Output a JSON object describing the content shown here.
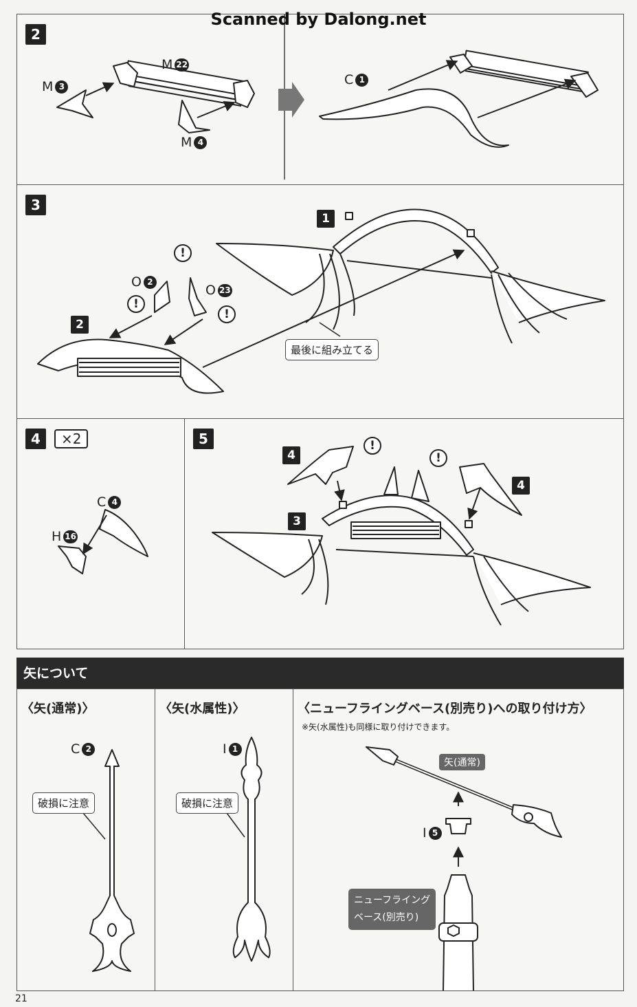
{
  "watermark": "Scanned by Dalong.net",
  "page_number": "21",
  "steps": {
    "s2": {
      "number": "2",
      "labels": {
        "m3": {
          "letter": "M",
          "num": "3"
        },
        "m22": {
          "letter": "M",
          "num": "22"
        },
        "m4": {
          "letter": "M",
          "num": "4"
        },
        "c1": {
          "letter": "C",
          "num": "1"
        }
      }
    },
    "s3": {
      "number": "3",
      "sub1": "1",
      "sub2": "2",
      "labels": {
        "o2": {
          "letter": "O",
          "num": "2"
        },
        "o23": {
          "letter": "O",
          "num": "23"
        }
      },
      "callout": "最後に組み立てる",
      "warning": "!"
    },
    "s4": {
      "number": "4",
      "multiplier": "×2",
      "labels": {
        "c4": {
          "letter": "C",
          "num": "4"
        },
        "h16": {
          "letter": "H",
          "num": "16"
        }
      }
    },
    "s5": {
      "number": "5",
      "sub4": "4",
      "sub3": "3"
    }
  },
  "arrows_section": {
    "title": "矢について",
    "normal": {
      "title": "〈矢(通常)〉",
      "label": {
        "letter": "C",
        "num": "2"
      },
      "callout": "破損に注意"
    },
    "water": {
      "title": "〈矢(水属性)〉",
      "label": {
        "letter": "I",
        "num": "1"
      },
      "callout": "破損に注意"
    },
    "mount": {
      "title": "〈ニューフライングベース(別売り)への取り付け方〉",
      "note": "※矢(水属性)も同様に取り付けできます。",
      "arrow_tag": "矢(通常)",
      "label": {
        "letter": "I",
        "num": "5"
      },
      "base_tag_line1": "ニューフライング",
      "base_tag_line2": "ベース(別売り)"
    }
  },
  "colors": {
    "header_bg": "#2a2a2a",
    "badge_bg": "#222222",
    "paper": "#f4f4f2",
    "tag_bg": "#666666"
  }
}
